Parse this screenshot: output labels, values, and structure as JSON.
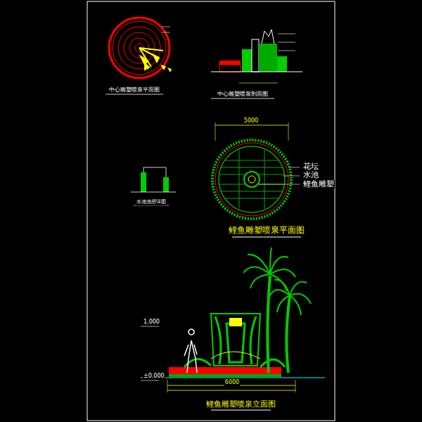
{
  "diagram": {
    "labels": [
      "中心雕塑喷泉平面图",
      "中心雕塑喷泉剖面图",
      "5000",
      "花坛",
      "水池",
      "鲤鱼雕塑",
      "鲤鱼雕塑喷泉平面图",
      "水池池壁详图",
      "1.000",
      "±0.000",
      "6000",
      "鲤鱼雕塑喷泉立面图"
    ]
  }
}
